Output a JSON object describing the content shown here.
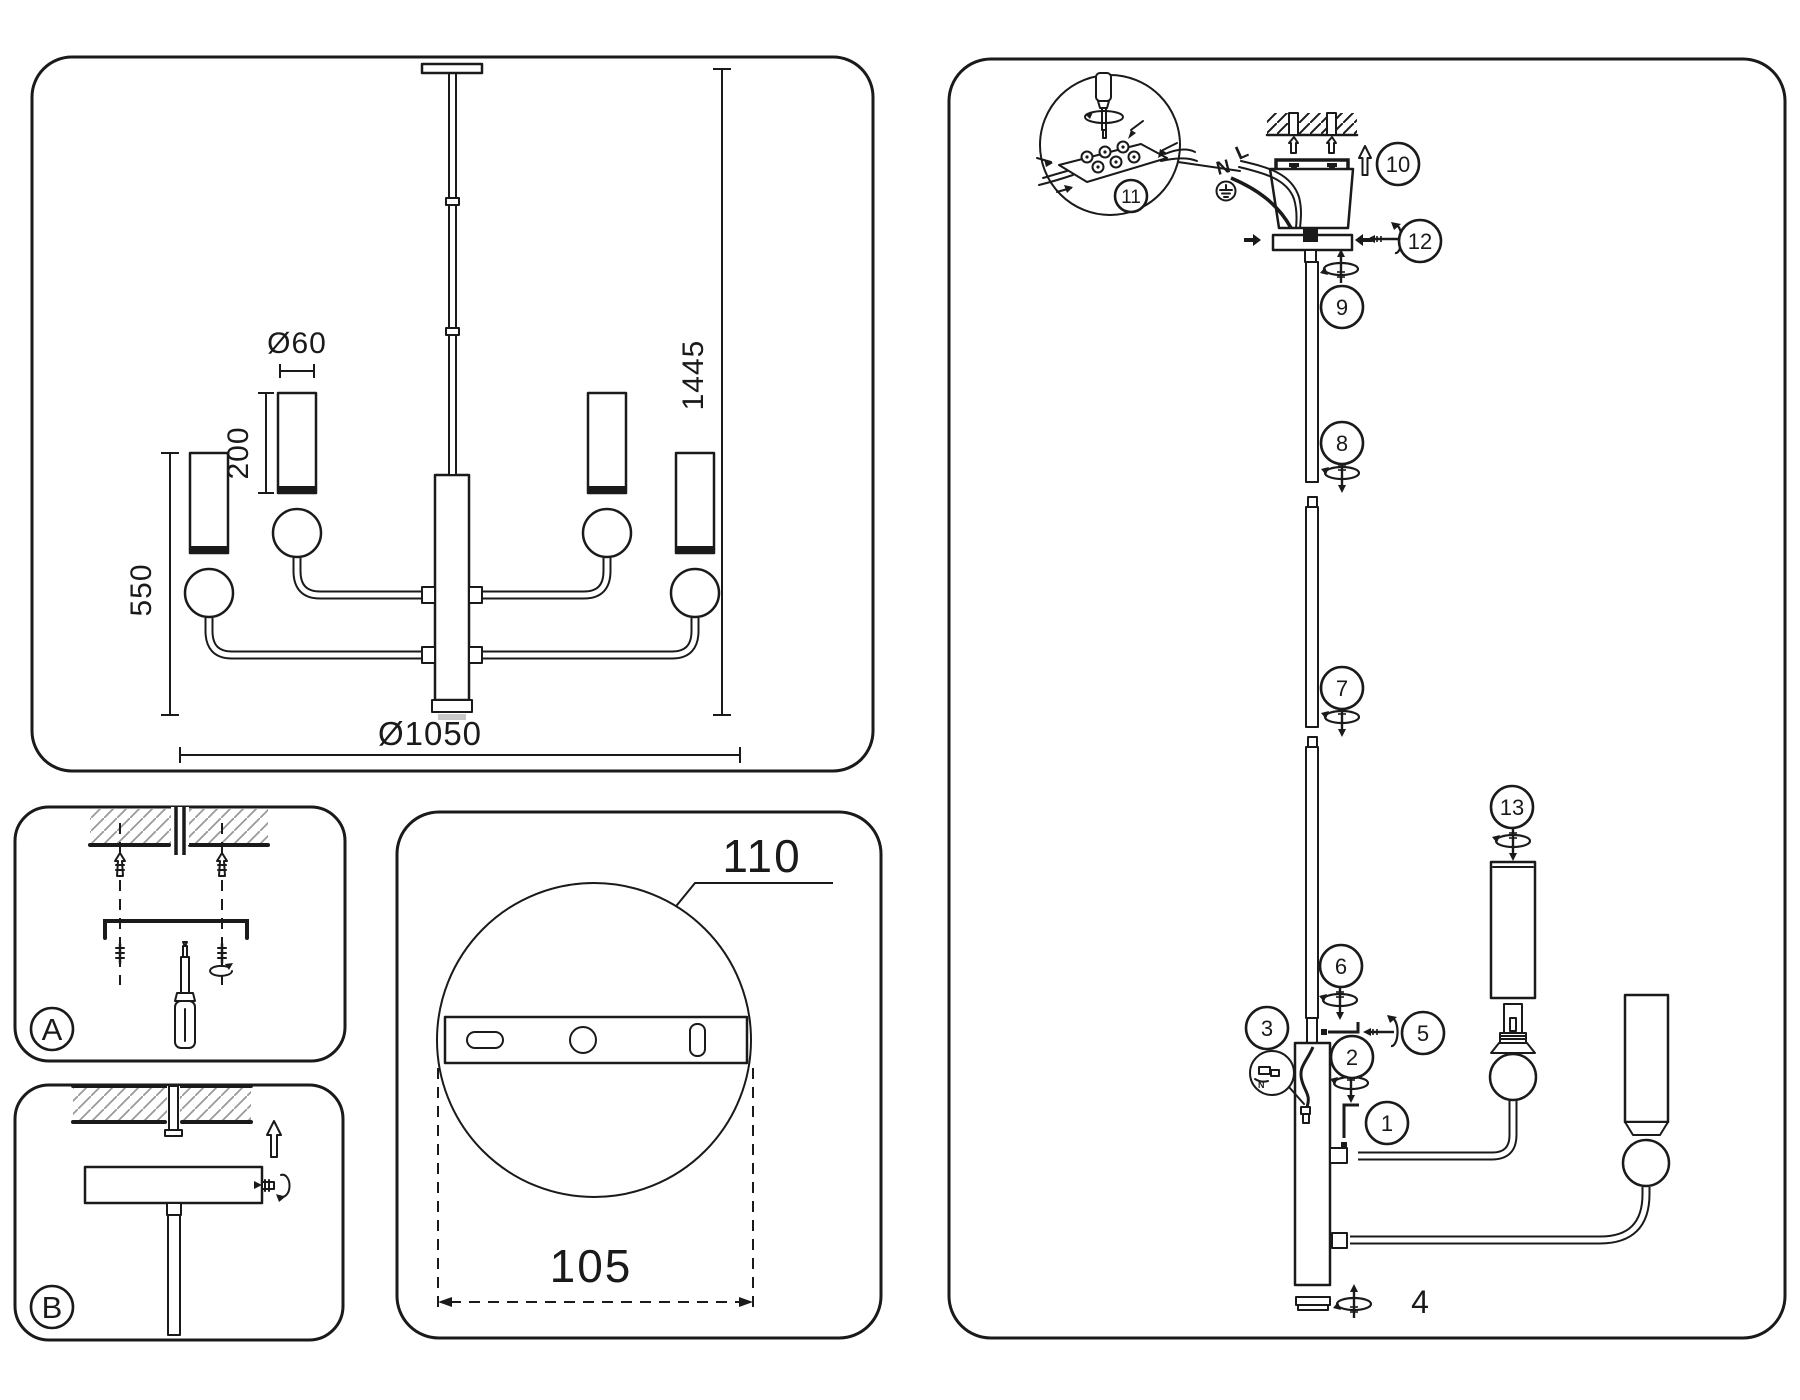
{
  "colors": {
    "ink": "#1a1a1a",
    "hatch_gray": "#999999",
    "background": "#ffffff"
  },
  "overview": {
    "dim_shade_diameter": "Ø60",
    "dim_shade_height": "200",
    "dim_body_height": "550",
    "dim_total_height": "1445",
    "dim_fixture_diameter": "Ø1050"
  },
  "step_a": {
    "label": "A"
  },
  "step_b": {
    "label": "B"
  },
  "plate_detail": {
    "dim_hole_spacing": "110",
    "dim_canopy_diameter": "105"
  },
  "assembly": {
    "wire_labels": {
      "neutral": "N",
      "line": "L"
    },
    "step_4_label": "4",
    "callouts": {
      "c1": "1",
      "c2": "2",
      "c3": "3",
      "c5": "5",
      "c6": "6",
      "c7": "7",
      "c8": "8",
      "c9": "9",
      "c10": "10",
      "c11": "11",
      "c12": "12",
      "c13": "13"
    }
  }
}
